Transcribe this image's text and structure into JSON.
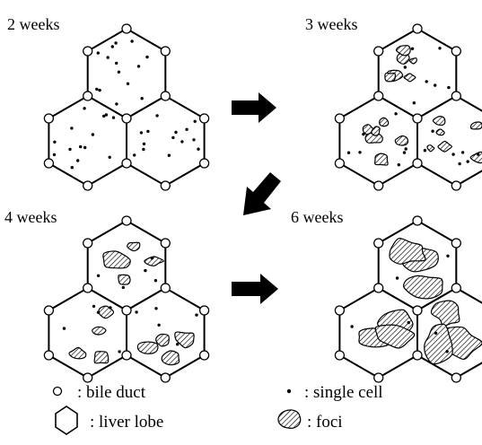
{
  "stages": [
    {
      "label": "2 weeks"
    },
    {
      "label": "3 weeks"
    },
    {
      "label": "4 weeks"
    },
    {
      "label": "6 weeks"
    }
  ],
  "legend": {
    "bile_duct": ": bile duct",
    "single_cell": ": single cell",
    "liver_lobe": ": liver lobe",
    "foci": ": foci"
  }
}
